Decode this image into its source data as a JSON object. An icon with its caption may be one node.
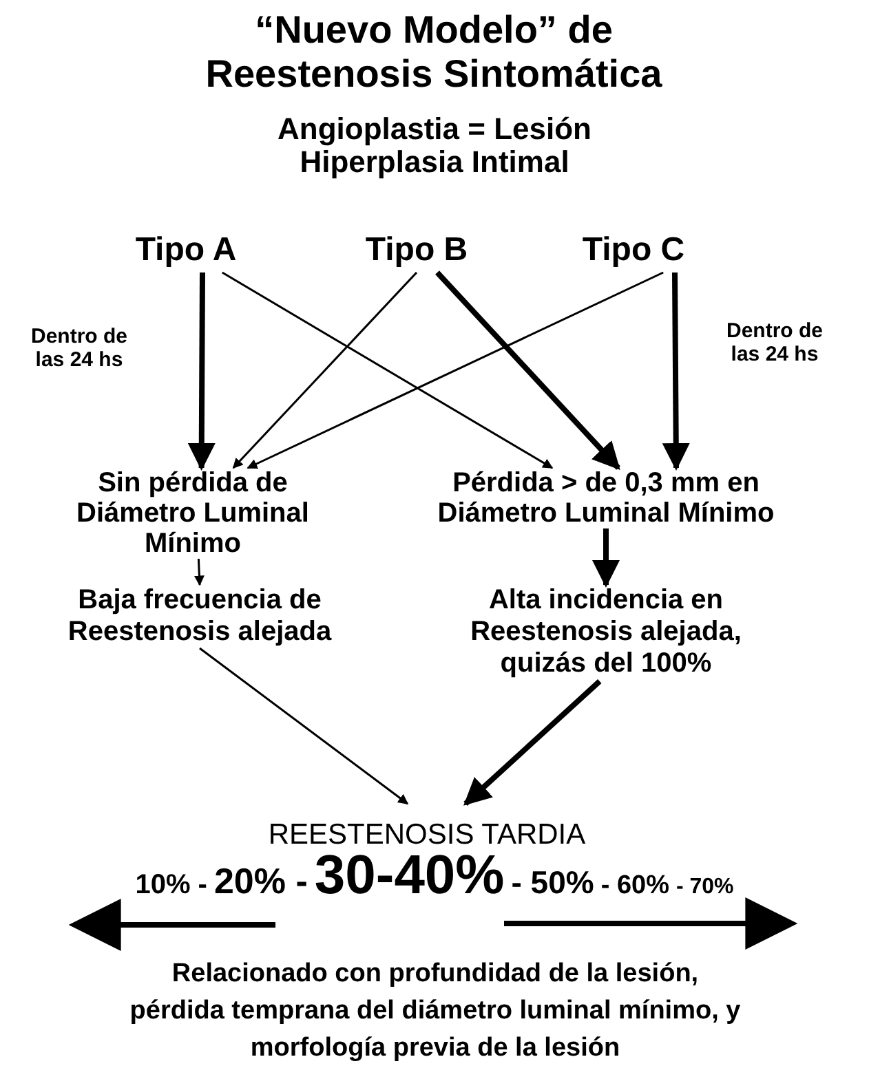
{
  "diagram": {
    "title": "“Nuevo Modelo” de Reestenosis Sintomática",
    "nodes": [
      {
        "text": [
          "Tipo A"
        ]
      },
      {
        "text": [
          "Tipo B"
        ]
      },
      {
        "text": [
          "Tipo C"
        ]
      },
      {
        "text": [
          "Sin pérdida de Diámetro Luminal Mínimo"
        ]
      },
      {
        "text": [
          "Pérdida > de 0,3 mm en Diámetro Luminal Mínimo"
        ]
      },
      {
        "text": [
          "Baja frecuencia de Reestenosis alejada"
        ]
      },
      {
        "text": [
          "Alta incidencia en Reestenosis alejada, quizás del 100%"
        ]
      },
      {
        "text": [
          "REESTENOSIS TARDIA"
        ]
      }
    ],
    "edges": [
      {
        "from": 0,
        "to": 3,
        "arrow": "to",
        "style": "thick"
      },
      {
        "from": 0,
        "to": 4,
        "arrow": "to"
      },
      {
        "from": 1,
        "to": 3,
        "arrow": "to"
      },
      {
        "from": 1,
        "to": 4,
        "arrow": "to",
        "style": "thick"
      },
      {
        "from": 2,
        "to": 4,
        "arrow": "to",
        "style": "thick"
      },
      {
        "from": 2,
        "to": 3,
        "arrow": "to"
      },
      {
        "from": 3,
        "to": 5,
        "arrow": "to"
      },
      {
        "from": 4,
        "to": 6,
        "arrow": "to",
        "style": "thick"
      },
      {
        "from": 5,
        "to": 7,
        "arrow": "to"
      },
      {
        "from": 6,
        "to": 7,
        "arrow": "to",
        "style": "thick"
      }
    ],
    "labels": [
      "Angioplastia = Lesión",
      "Hiperplasia Intimal",
      "Dentro de las 24 hs",
      "Dentro de las 24 hs",
      "10% -",
      "20% -",
      "30-40%",
      "- 50%",
      "- 60%",
      "- 70%"
    ],
    "caption": "Relacionado con profundidad de la lesión, pérdida temprana del diámetro luminal mínimo, y morfología previa de la lesión"
  }
}
